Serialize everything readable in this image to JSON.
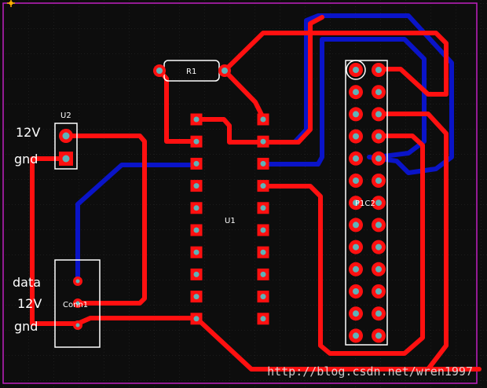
{
  "net_labels": {
    "u2_12v": "12V",
    "u2_gnd": "gnd",
    "conn_data": "data",
    "conn_12v": "12V",
    "conn_gnd": "gnd"
  },
  "designators": {
    "u2": "U2",
    "r1": "R1",
    "u1": "U1",
    "p1": "P1C2",
    "conn1": "Conn1"
  },
  "watermark": "http://blog.csdn.net/wren1997",
  "colors": {
    "background": "#0d0d0d",
    "grid": "#2a2a2a",
    "board_outline": "#c020c0",
    "top_copper": "#ff0000",
    "bottom_copper": "#0a14c8",
    "pad_hole": "#5fb3b8",
    "silkscreen": "#ffffff",
    "origin_marker": "#ffb000"
  }
}
